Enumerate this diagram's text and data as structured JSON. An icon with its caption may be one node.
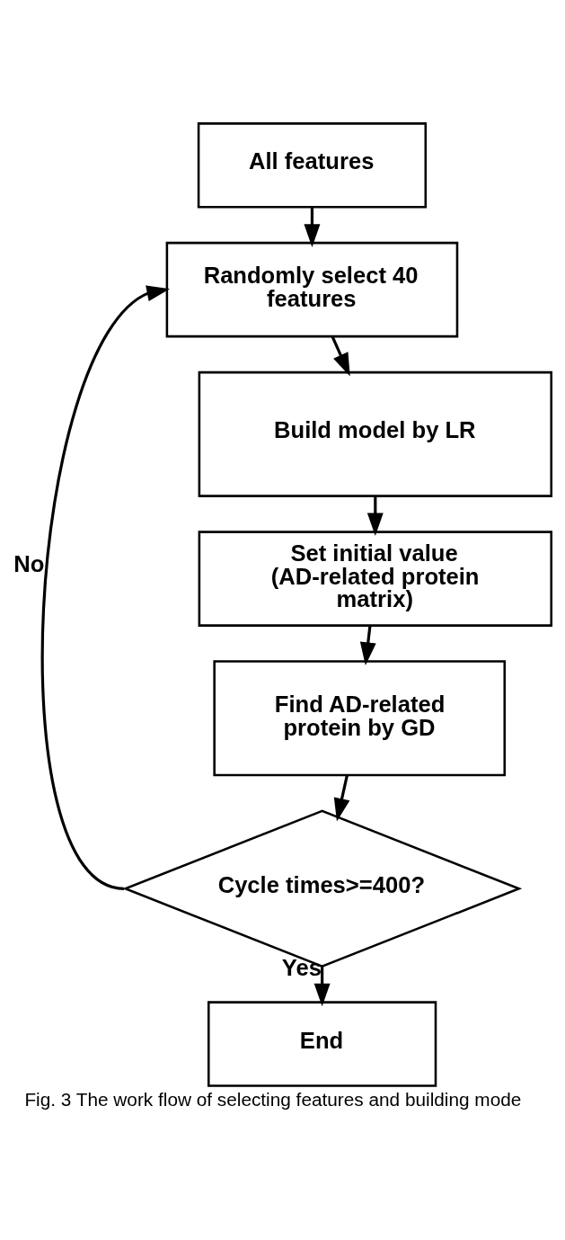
{
  "diagram": {
    "caption": "Fig. 3 The work flow of selecting features and building mode",
    "nodes": [
      {
        "text": [
          "All features"
        ]
      },
      {
        "text": [
          "Randomly select 40 features"
        ]
      },
      {
        "text": [
          "Build model by LR"
        ]
      },
      {
        "text": [
          "Set initial value (AD-related protein matrix)"
        ]
      },
      {
        "text": [
          "Find AD-related protein by GD"
        ]
      },
      {
        "text": [
          "Cycle times>=400?"
        ]
      },
      {
        "text": [
          "End"
        ]
      }
    ],
    "edges": [
      {
        "from": 0,
        "to": 1,
        "arrow": "to"
      },
      {
        "from": 1,
        "to": 2,
        "arrow": "to"
      },
      {
        "from": 2,
        "to": 3,
        "arrow": "to"
      },
      {
        "from": 3,
        "to": 4,
        "arrow": "to"
      },
      {
        "from": 4,
        "to": 5,
        "arrow": "to"
      },
      {
        "from": 5,
        "to": 1,
        "arrow": "to",
        "label": "No"
      },
      {
        "from": 5,
        "to": 6,
        "arrow": "to",
        "label": "Yes"
      }
    ]
  }
}
